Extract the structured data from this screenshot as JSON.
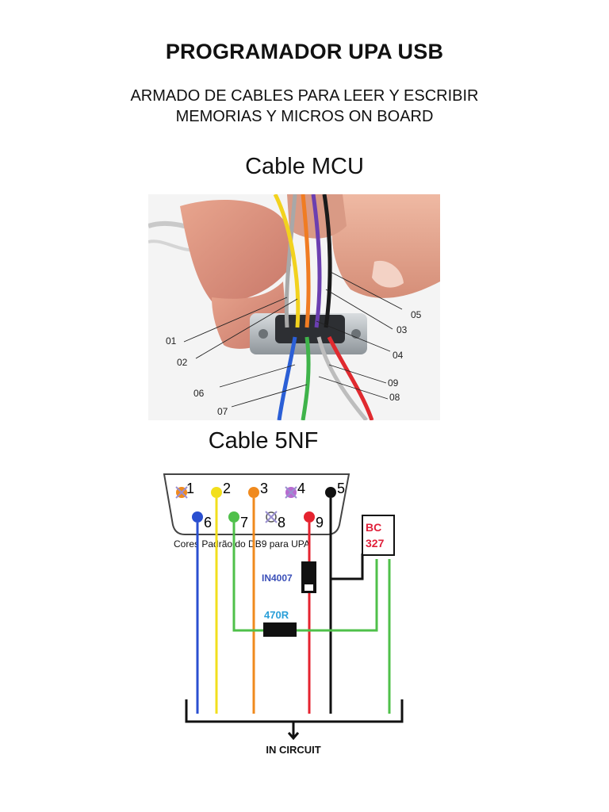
{
  "header": {
    "title": "PROGRAMADOR UPA USB",
    "subtitle_line1": "ARMADO DE CABLES PARA LEER Y ESCRIBIR",
    "subtitle_line2": "MEMORIAS Y MICROS ON BOARD"
  },
  "mcu": {
    "heading": "Cable MCU",
    "pin_labels": [
      "01",
      "02",
      "03",
      "04",
      "05",
      "06",
      "07",
      "08",
      "09"
    ]
  },
  "nf": {
    "heading": "Cable 5NF",
    "pins": [
      "1",
      "2",
      "3",
      "4",
      "5",
      "6",
      "7",
      "8",
      "9"
    ],
    "caption": "Cores Padrão do DB9 para UPA",
    "transistor": "BC 327",
    "transistor_line1": "BC",
    "transistor_line2": "327",
    "diode": "IN4007",
    "resistor": "470R",
    "output_label": "IN CIRCUIT",
    "colors": {
      "blue": "#2a4fd0",
      "yellow": "#f2df1d",
      "orange": "#f08a1e",
      "green": "#4fc04a",
      "red": "#e5232f",
      "black": "#111111",
      "transistor": "#e0203a",
      "diode_label": "#3a4fb8",
      "resistor_label": "#2a9fd8"
    }
  }
}
